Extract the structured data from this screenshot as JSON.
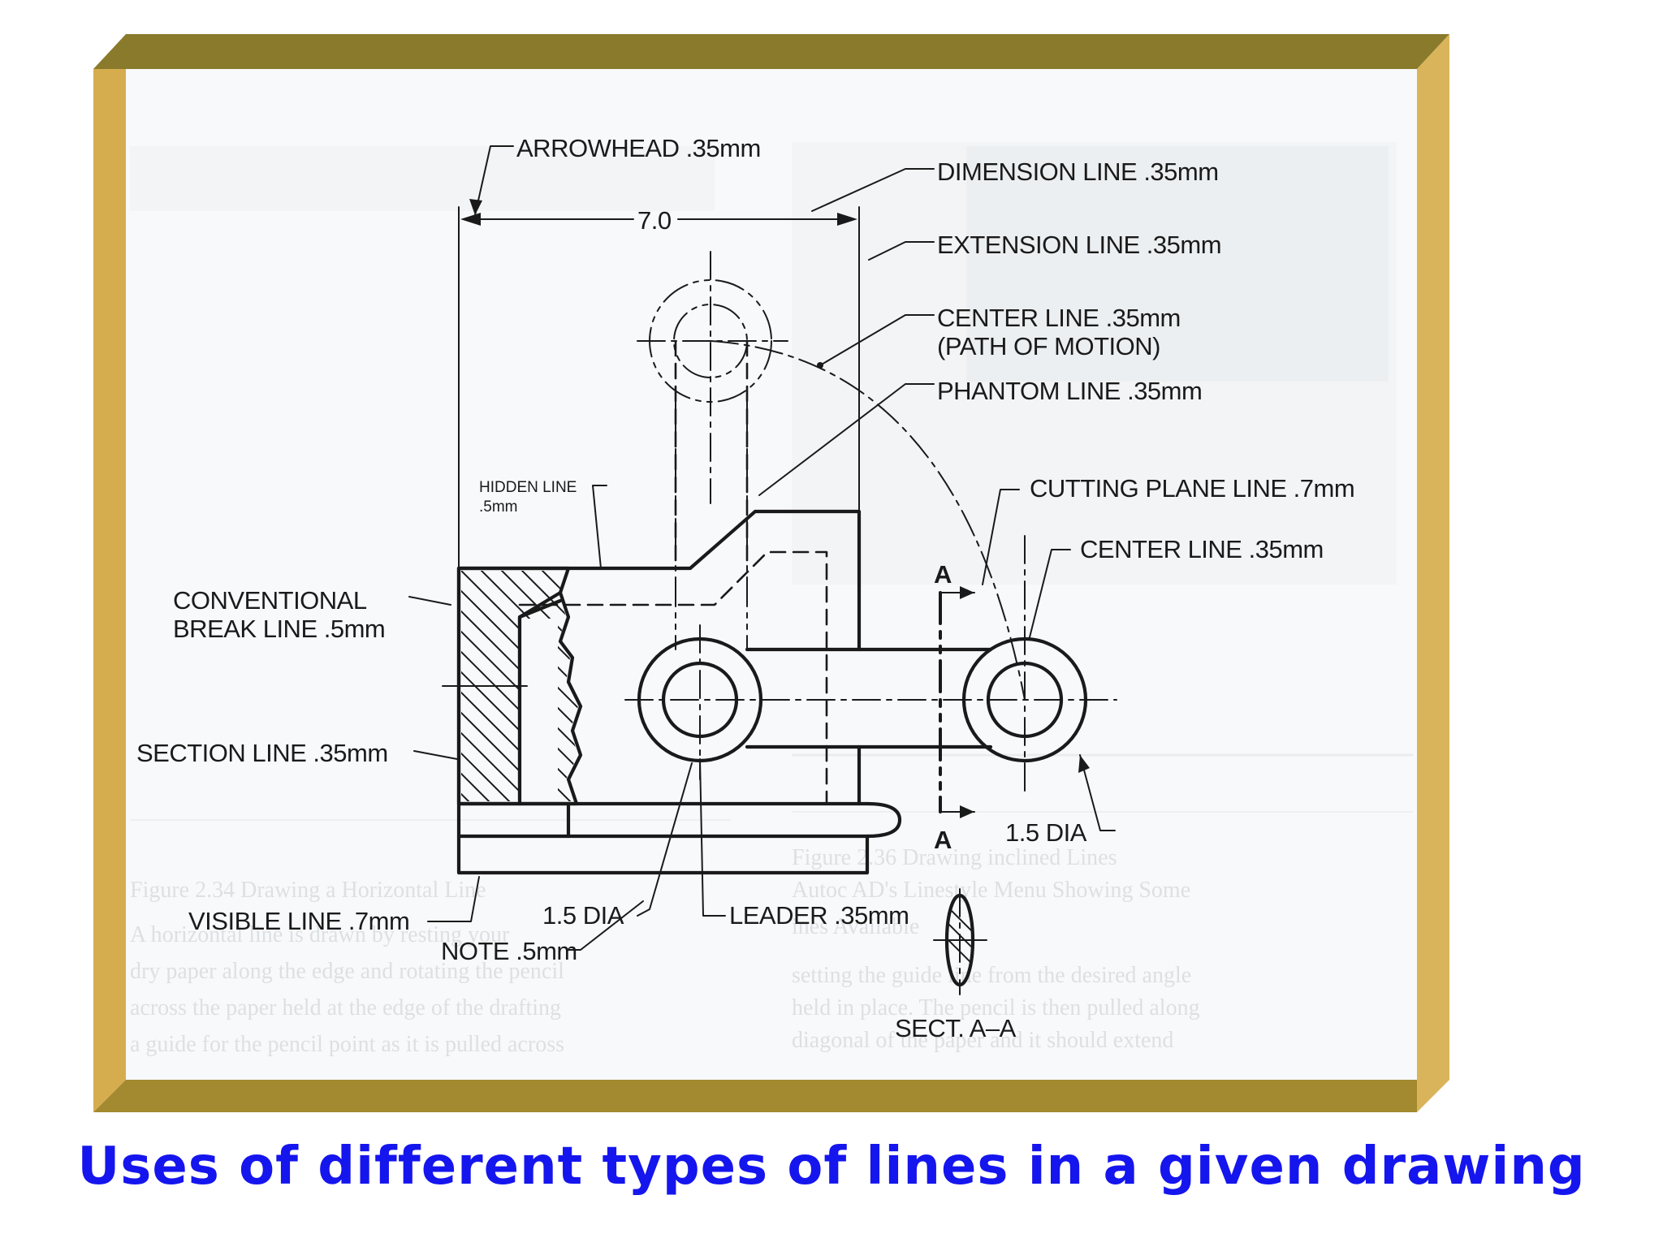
{
  "caption": "Uses of different types of lines in a given drawing",
  "colors": {
    "frame_top": "#8a7a2c",
    "frame_side": "#d9b45a",
    "frame_bottom": "#a3892f",
    "caption": "#1515ee",
    "paper": "#f7f9fa",
    "ink": "#1a1a1a"
  },
  "labels": {
    "arrowhead": "ARROWHEAD .35mm",
    "dimension_value": "7.0",
    "dimension_line": "DIMENSION LINE .35mm",
    "extension_line": "EXTENSION LINE .35mm",
    "center_line_motion_1": "CENTER LINE .35mm",
    "center_line_motion_2": "(PATH OF MOTION)",
    "phantom_line": "PHANTOM LINE .35mm",
    "hidden_line_1": "HIDDEN LINE",
    "hidden_line_2": ".5mm",
    "cutting_plane_line": "CUTTING PLANE LINE .7mm",
    "center_line": "CENTER LINE .35mm",
    "break_line_1": "CONVENTIONAL",
    "break_line_2": "BREAK LINE .5mm",
    "section_line": "SECTION LINE .35mm",
    "section_letter_top": "A",
    "section_letter_bottom": "A",
    "dia_right": "1.5 DIA",
    "visible_line": "VISIBLE LINE .7mm",
    "dia_left": "1.5 DIA",
    "leader": "LEADER .35mm",
    "note": "NOTE .5mm",
    "section_view": "SECT. A–A"
  }
}
